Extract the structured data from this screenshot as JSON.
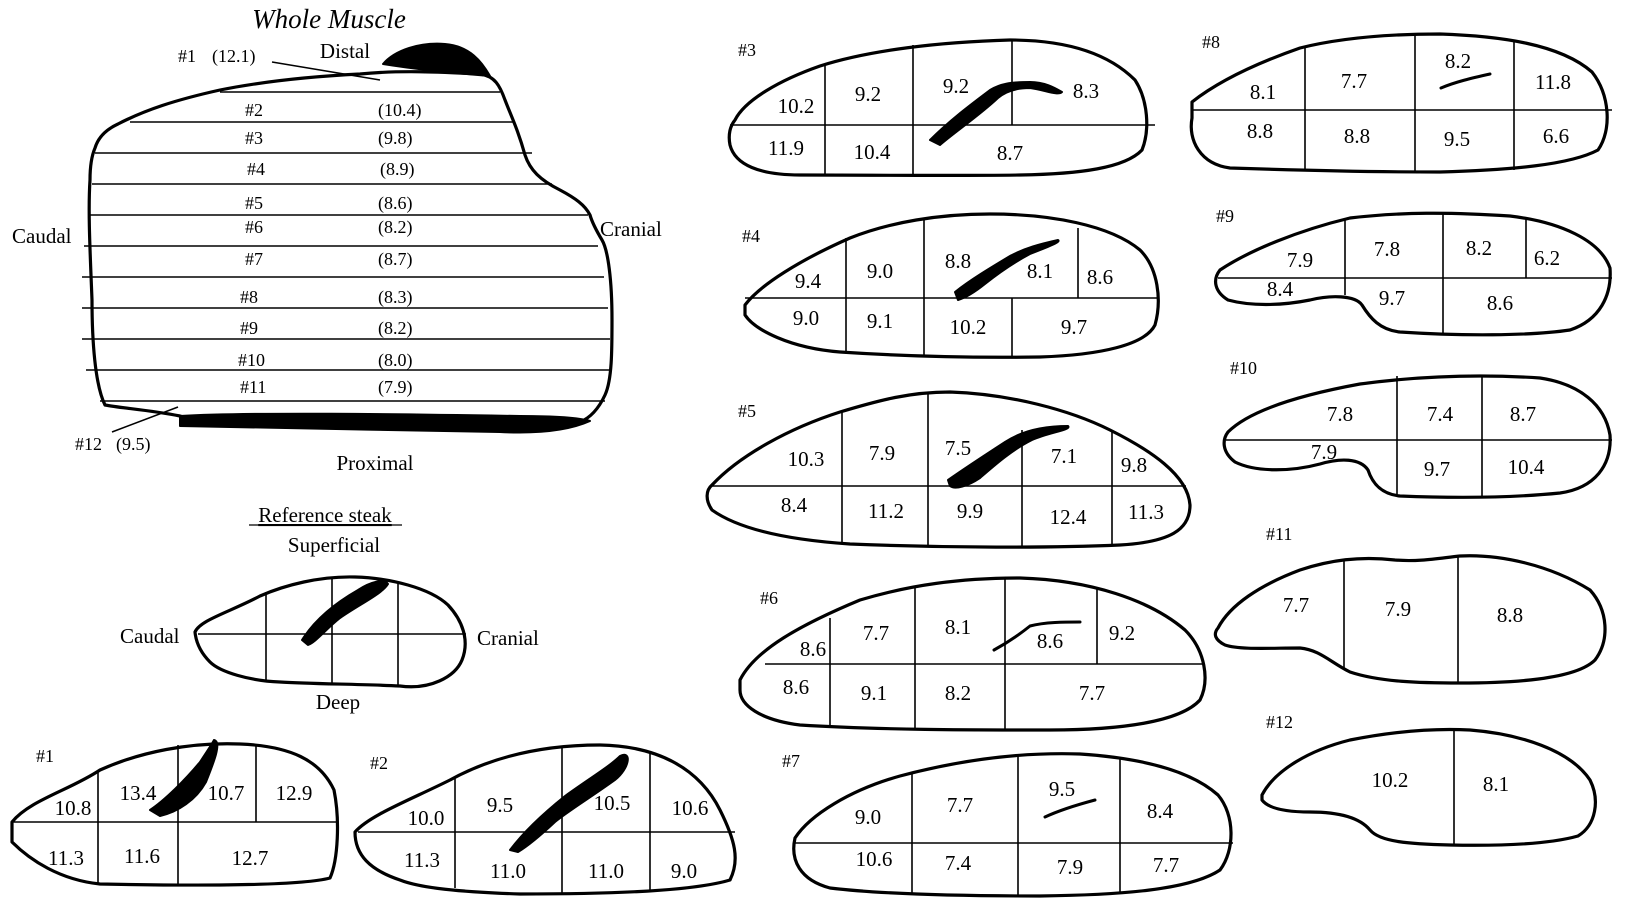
{
  "whole_muscle": {
    "title": "Whole Muscle",
    "labels": {
      "top": "Distal",
      "bottom": "Proximal",
      "left": "Caudal",
      "right": "Cranial"
    },
    "slices": [
      {
        "id": "#1",
        "value": "(12.1)"
      },
      {
        "id": "#2",
        "value": "(10.4)"
      },
      {
        "id": "#3",
        "value": "(9.8)"
      },
      {
        "id": "#4",
        "value": "(8.9)"
      },
      {
        "id": "#5",
        "value": "(8.6)"
      },
      {
        "id": "#6",
        "value": "(8.2)"
      },
      {
        "id": "#7",
        "value": "(8.7)"
      },
      {
        "id": "#8",
        "value": "(8.3)"
      },
      {
        "id": "#9",
        "value": "(8.2)"
      },
      {
        "id": "#10",
        "value": "(8.0)"
      },
      {
        "id": "#11",
        "value": "(7.9)"
      },
      {
        "id": "#12",
        "value": "(9.5)"
      }
    ]
  },
  "reference_steak": {
    "title": "Reference steak",
    "labels": {
      "top": "Superficial",
      "bottom": "Deep",
      "left": "Caudal",
      "right": "Cranial"
    }
  },
  "steaks": [
    {
      "id": "#1",
      "values": [
        "10.8",
        "13.4",
        "10.7",
        "12.9",
        "11.3",
        "11.6",
        "12.7"
      ]
    },
    {
      "id": "#2",
      "values": [
        "10.0",
        "9.5",
        "10.5",
        "10.6",
        "11.3",
        "11.0",
        "11.0",
        "9.0"
      ]
    },
    {
      "id": "#3",
      "values": [
        "10.2",
        "9.2",
        "9.2",
        "8.3",
        "11.9",
        "10.4",
        "8.7"
      ]
    },
    {
      "id": "#4",
      "values": [
        "9.4",
        "9.0",
        "8.8",
        "8.1",
        "8.6",
        "9.0",
        "9.1",
        "10.2",
        "9.7"
      ]
    },
    {
      "id": "#5",
      "values": [
        "10.3",
        "7.9",
        "7.5",
        "7.1",
        "9.8",
        "8.4",
        "11.2",
        "9.9",
        "12.4",
        "11.3"
      ]
    },
    {
      "id": "#6",
      "values": [
        "8.6",
        "7.7",
        "8.1",
        "8.6",
        "9.2",
        "8.6",
        "9.1",
        "8.2",
        "7.7"
      ]
    },
    {
      "id": "#7",
      "values": [
        "9.0",
        "7.7",
        "9.5",
        "8.4",
        "10.6",
        "7.4",
        "7.9",
        "7.7"
      ]
    },
    {
      "id": "#8",
      "values": [
        "8.1",
        "7.7",
        "8.2",
        "11.8",
        "8.8",
        "8.8",
        "9.5",
        "6.6"
      ]
    },
    {
      "id": "#9",
      "values": [
        "7.9",
        "7.8",
        "8.2",
        "6.2",
        "8.4",
        "9.7",
        "8.6"
      ]
    },
    {
      "id": "#10",
      "values": [
        "7.8",
        "7.4",
        "8.7",
        "7.9",
        "9.7",
        "10.4"
      ]
    },
    {
      "id": "#11",
      "values": [
        "7.7",
        "7.9",
        "8.8"
      ]
    },
    {
      "id": "#12",
      "values": [
        "10.2",
        "8.1"
      ]
    }
  ]
}
